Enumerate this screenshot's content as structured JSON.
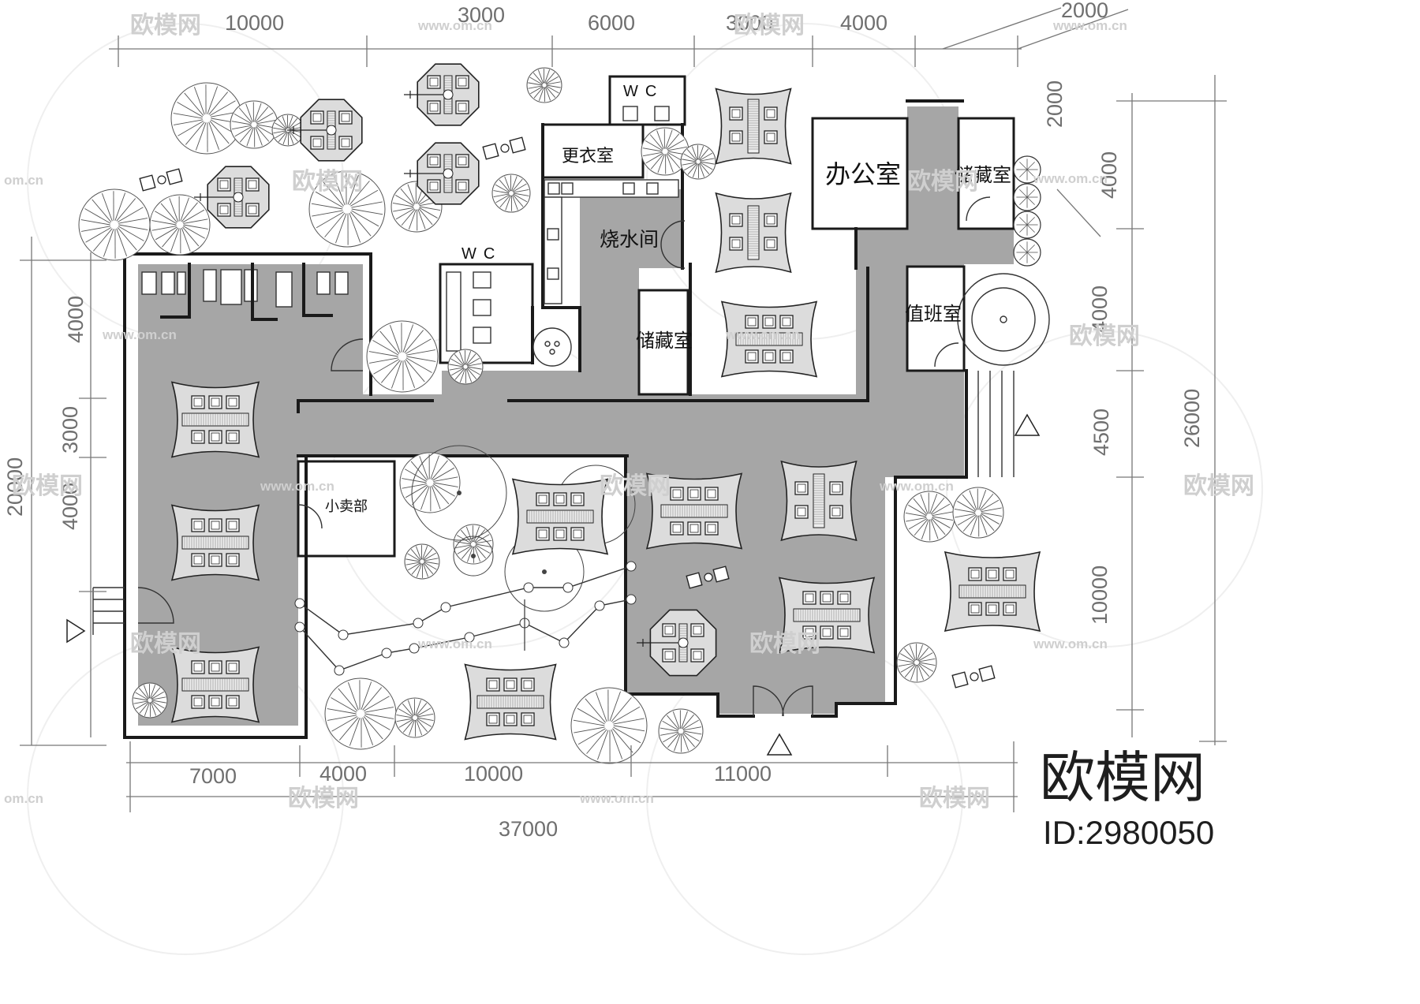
{
  "plan": {
    "dimensions": {
      "top": [
        "10000",
        "3000",
        "6000",
        "3000",
        "4000",
        "2000"
      ],
      "left": [
        "4000",
        "3000",
        "4000",
        "20000"
      ],
      "right": [
        "2000",
        "4000",
        "4000",
        "4500",
        "26000",
        "10000"
      ],
      "bottom": [
        "7000",
        "4000",
        "10000",
        "11000",
        "37000"
      ]
    },
    "rooms": {
      "changing_room": "更衣室",
      "water_room": "烧水间",
      "storage_center": "储藏室",
      "office": "办公室",
      "storage_right": "储藏室",
      "duty_room": "值班室",
      "wc_top": "WC",
      "wc_middle": "WC",
      "kiosk": "小卖部"
    },
    "colors": {
      "floor": "#a6a6a6",
      "tent_roof": "#dcdcdc",
      "wall": "#1a1a1a"
    }
  },
  "watermark": {
    "brand": "欧模网",
    "site": "www.om.cn",
    "site_short": "om.cn",
    "id": "ID:2980050"
  }
}
